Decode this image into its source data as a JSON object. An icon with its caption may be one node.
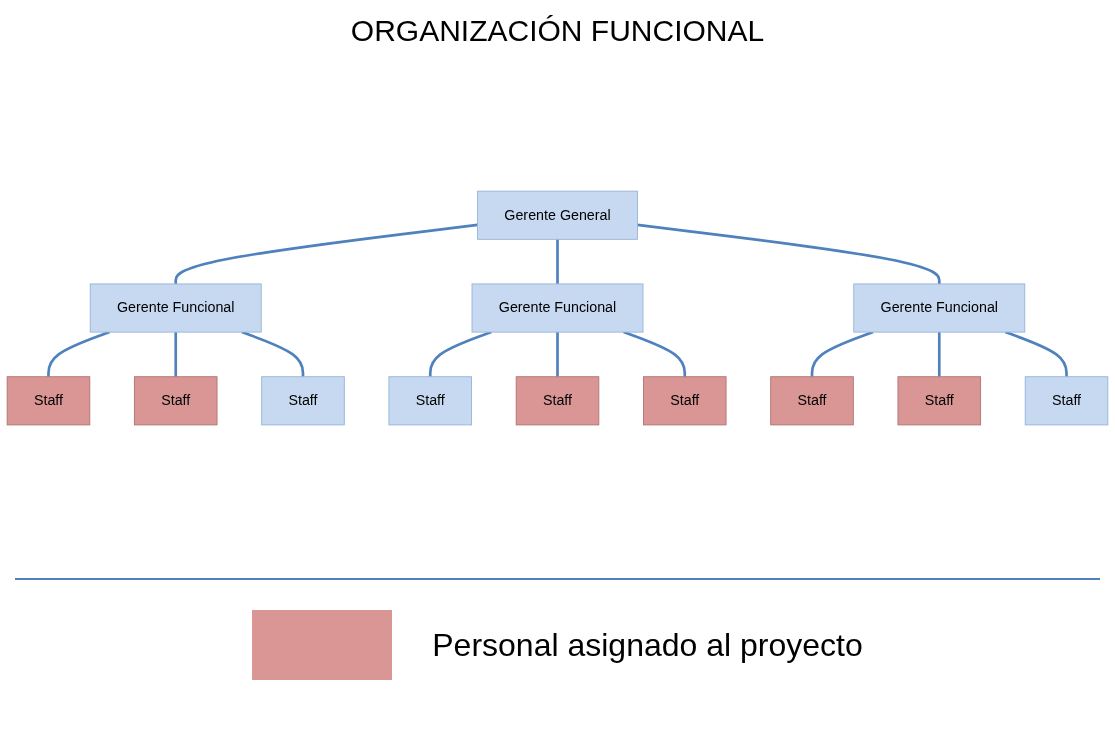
{
  "diagram": {
    "title": "ORGANIZACIÓN FUNCIONAL",
    "nodes": [
      {
        "text": [
          "Gerente General"
        ]
      },
      {
        "text": [
          "Gerente Funcional"
        ]
      },
      {
        "text": [
          "Gerente Funcional"
        ]
      },
      {
        "text": [
          "Gerente Funcional"
        ]
      },
      {
        "text": [
          "Staff"
        ]
      },
      {
        "text": [
          "Staff"
        ]
      },
      {
        "text": [
          "Staff"
        ]
      },
      {
        "text": [
          "Staff"
        ]
      },
      {
        "text": [
          "Staff"
        ]
      },
      {
        "text": [
          "Staff"
        ]
      },
      {
        "text": [
          "Staff"
        ]
      },
      {
        "text": [
          "Staff"
        ]
      },
      {
        "text": [
          "Staff"
        ]
      }
    ],
    "edges": [
      {
        "from": 0,
        "to": 1,
        "arrow": "none"
      },
      {
        "from": 0,
        "to": 2,
        "arrow": "none"
      },
      {
        "from": 0,
        "to": 3,
        "arrow": "none"
      },
      {
        "from": 1,
        "to": 4,
        "arrow": "none"
      },
      {
        "from": 1,
        "to": 5,
        "arrow": "none"
      },
      {
        "from": 1,
        "to": 6,
        "arrow": "none"
      },
      {
        "from": 2,
        "to": 7,
        "arrow": "none"
      },
      {
        "from": 2,
        "to": 8,
        "arrow": "none"
      },
      {
        "from": 2,
        "to": 9,
        "arrow": "none"
      },
      {
        "from": 3,
        "to": 10,
        "arrow": "none"
      },
      {
        "from": 3,
        "to": 11,
        "arrow": "none"
      },
      {
        "from": 3,
        "to": 12,
        "arrow": "none"
      }
    ],
    "legend": [
      {
        "text": "Personal asignado al proyecto",
        "color": "#d99694"
      }
    ]
  }
}
